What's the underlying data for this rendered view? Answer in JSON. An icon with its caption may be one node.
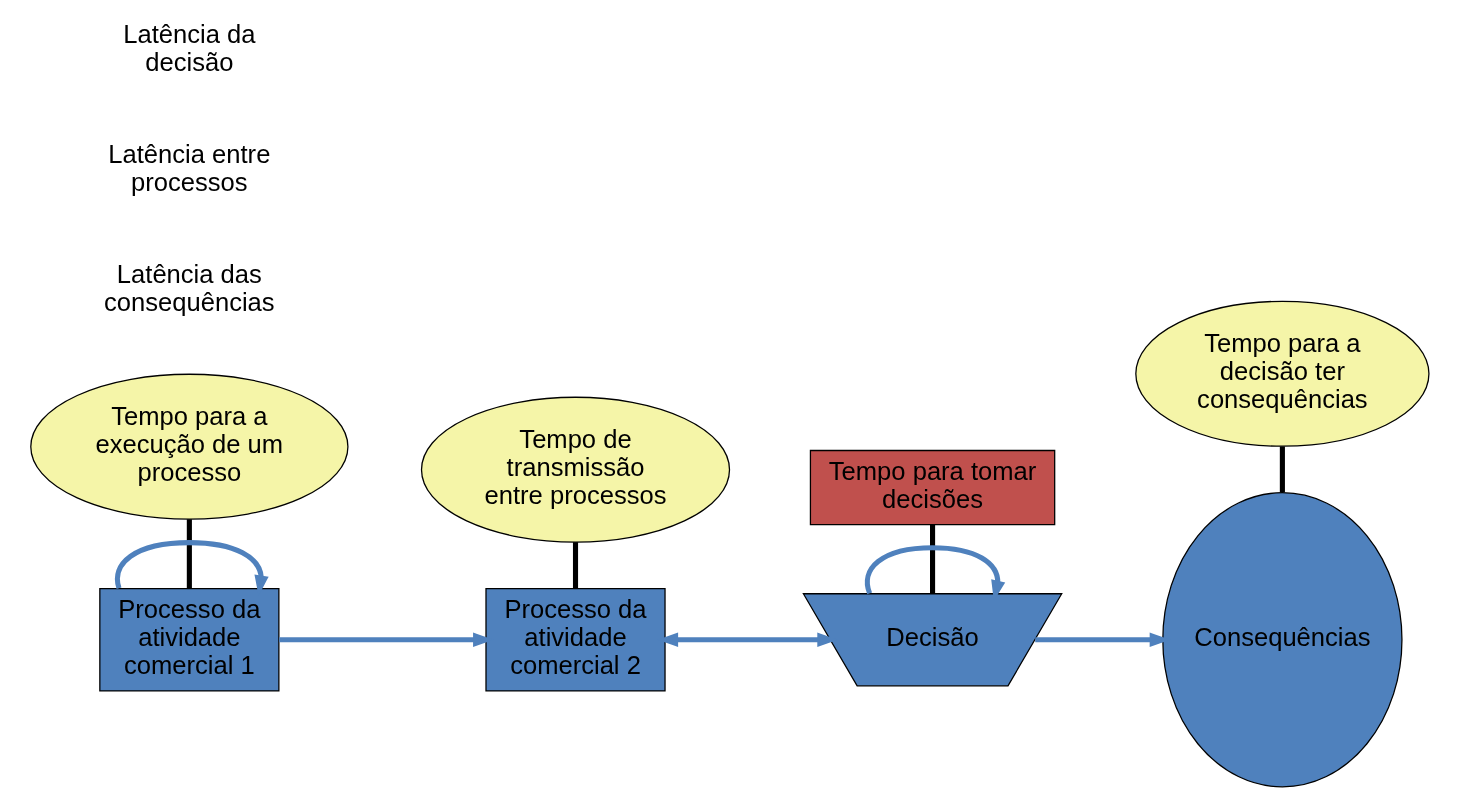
{
  "diagram": {
    "nodes": [
      {
        "text": [
          "Tempo para a execução de um processo"
        ]
      },
      {
        "text": [
          "Tempo de transmissão entre processos"
        ]
      },
      {
        "text": [
          "Tempo para tomar decisões"
        ]
      },
      {
        "text": [
          "Tempo para a decisão ter consequências"
        ]
      },
      {
        "text": [
          "Processo da atividade comercial 1"
        ]
      },
      {
        "text": [
          "Processo da atividade comercial 2"
        ]
      },
      {
        "text": [
          "Decisão"
        ]
      },
      {
        "text": [
          "Consequências"
        ]
      }
    ],
    "edges": [
      {
        "from": 0,
        "to": 4,
        "arrow": "none",
        "color": "#000000"
      },
      {
        "from": 1,
        "to": 5,
        "arrow": "none",
        "color": "#000000"
      },
      {
        "from": 2,
        "to": 6,
        "arrow": "none",
        "color": "#000000"
      },
      {
        "from": 3,
        "to": 7,
        "arrow": "none",
        "color": "#000000"
      },
      {
        "from": 4,
        "to": 4,
        "arrow": "to"
      },
      {
        "from": 4,
        "to": 5,
        "arrow": "to"
      },
      {
        "from": 5,
        "to": 6,
        "arrow": "both"
      },
      {
        "from": 6,
        "to": 7,
        "arrow": "to"
      },
      {
        "from": 6,
        "to": 6,
        "arrow": "to"
      }
    ],
    "labels": [
      "Latência das consequências",
      "Latência entre processos",
      "Latência da decisão"
    ]
  }
}
